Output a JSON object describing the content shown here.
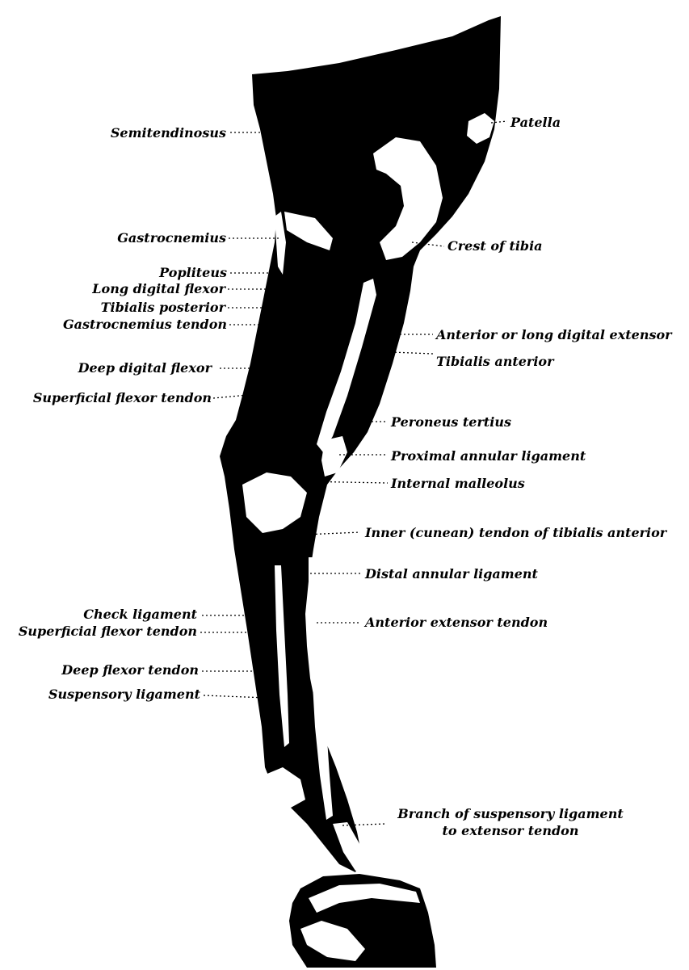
{
  "figure": {
    "colors": {
      "ink": "#000000",
      "paper": "#ffffff"
    },
    "labels": {
      "semitendinosus": "Semitendinosus",
      "patella": "Patella",
      "gastrocnemius": "Gastrocnemius",
      "crest_of_tibia": "Crest of tibia",
      "popliteus": "Popliteus",
      "long_digital_flexor": "Long digital flexor",
      "tibialis_posterior": "Tibialis posterior",
      "gastrocnemius_tendon": "Gastrocnemius tendon",
      "anterior_long_digital_extensor": "Anterior or long digital extensor",
      "tibialis_anterior": "Tibialis anterior",
      "deep_digital_flexor": "Deep digital flexor",
      "superficial_flexor_tendon_upper": "Superficial flexor tendon",
      "peroneus_tertius": "Peroneus tertius",
      "proximal_annular_ligament": "Proximal annular ligament",
      "internal_malleolus": "Internal malleolus",
      "inner_cunean_tendon": "Inner (cunean) tendon of tibialis anterior",
      "distal_annular_ligament": "Distal annular ligament",
      "check_ligament": "Check ligament",
      "anterior_extensor_tendon": "Anterior extensor tendon",
      "superficial_flexor_tendon_lower": "Superficial flexor tendon",
      "deep_flexor_tendon": "Deep flexor tendon",
      "suspensory_ligament": "Suspensory ligament",
      "branch_of_suspensory_line1": "Branch of suspensory ligament",
      "branch_of_suspensory_line2": "to extensor tendon"
    }
  }
}
